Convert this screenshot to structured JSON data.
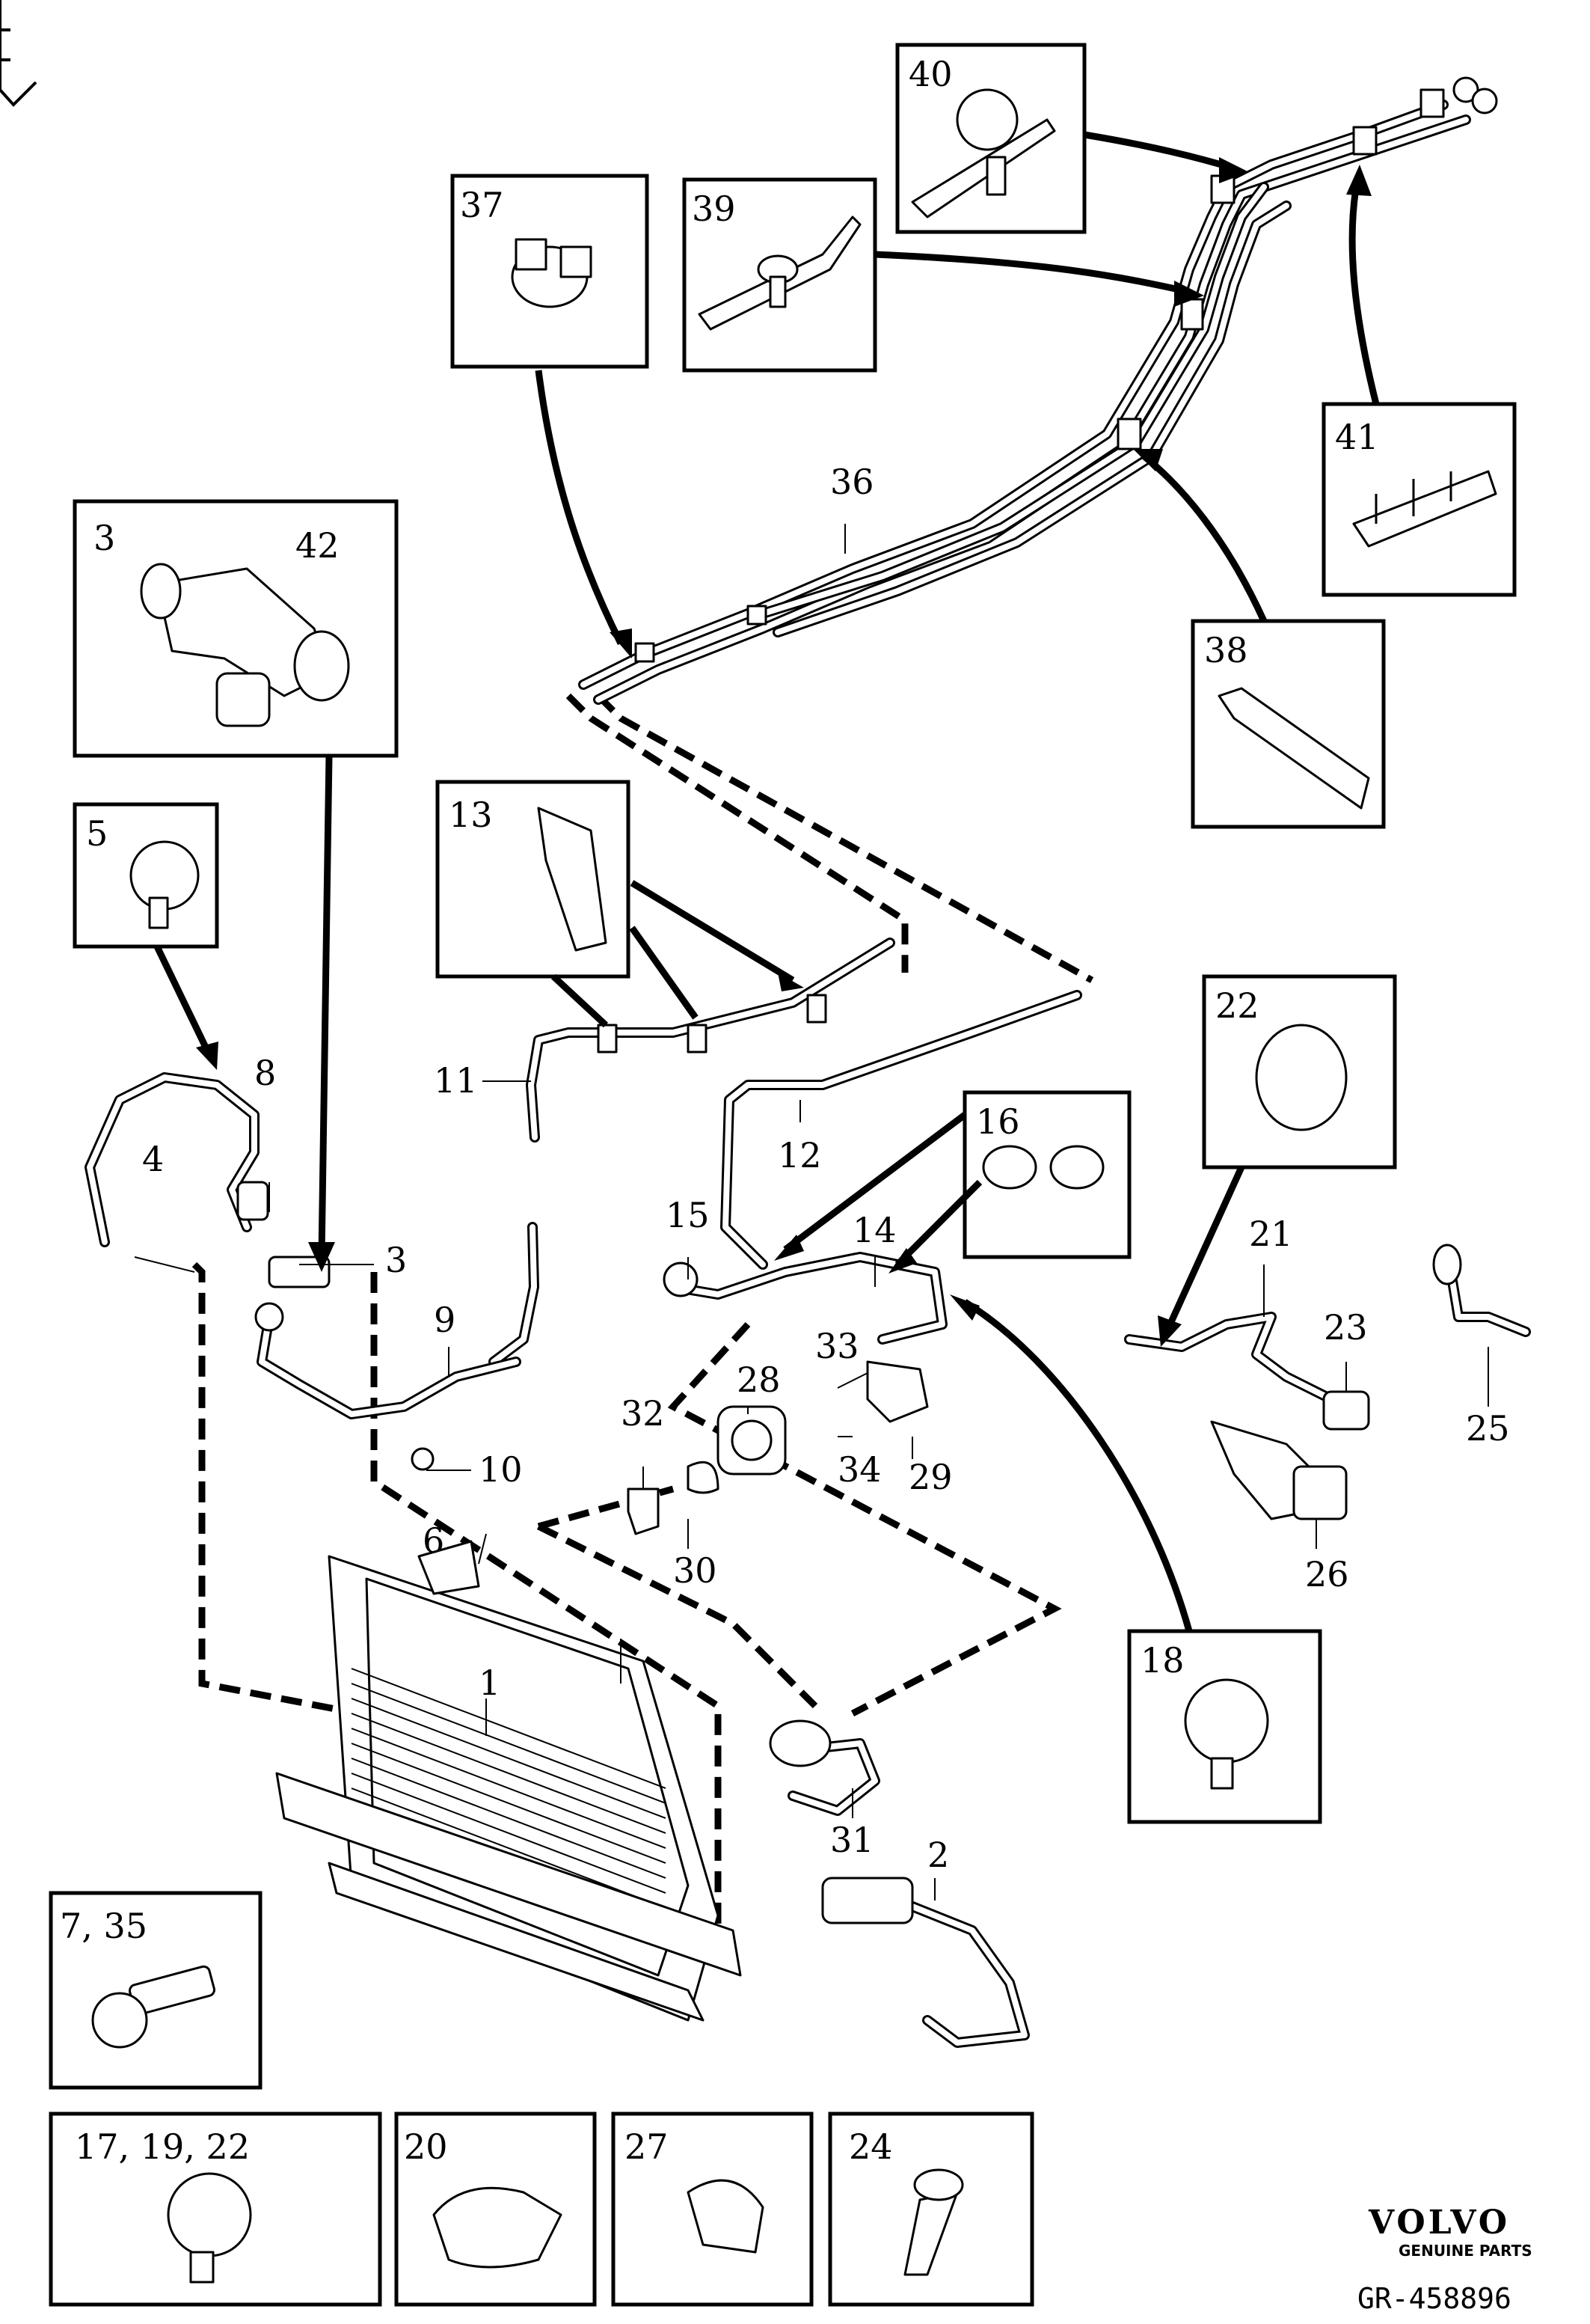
{
  "labels": {
    "l1": "1",
    "l2": "2",
    "l3": "3",
    "l3b": "3",
    "l4": "4",
    "l5": "5",
    "l6": "6",
    "l7_35": "7, 35",
    "l8": "8",
    "l9": "9",
    "l10": "10",
    "l11": "11",
    "l12": "12",
    "l13": "13",
    "l14": "14",
    "l15": "15",
    "l16": "16",
    "l17_19_22": "17, 19, 22",
    "l18": "18",
    "l20": "20",
    "l21": "21",
    "l22": "22",
    "l23": "23",
    "l24": "24",
    "l25": "25",
    "l26": "26",
    "l27": "27",
    "l28": "28",
    "l29": "29",
    "l30": "30",
    "l31": "31",
    "l32": "32",
    "l33": "33",
    "l34": "34",
    "l36": "36",
    "l37": "37",
    "l38": "38",
    "l39": "39",
    "l40": "40",
    "l41": "41",
    "l42": "42"
  },
  "logo": {
    "brand": "VOLVO",
    "tagline": "GENUINE PARTS"
  },
  "reference": "GR-458896"
}
